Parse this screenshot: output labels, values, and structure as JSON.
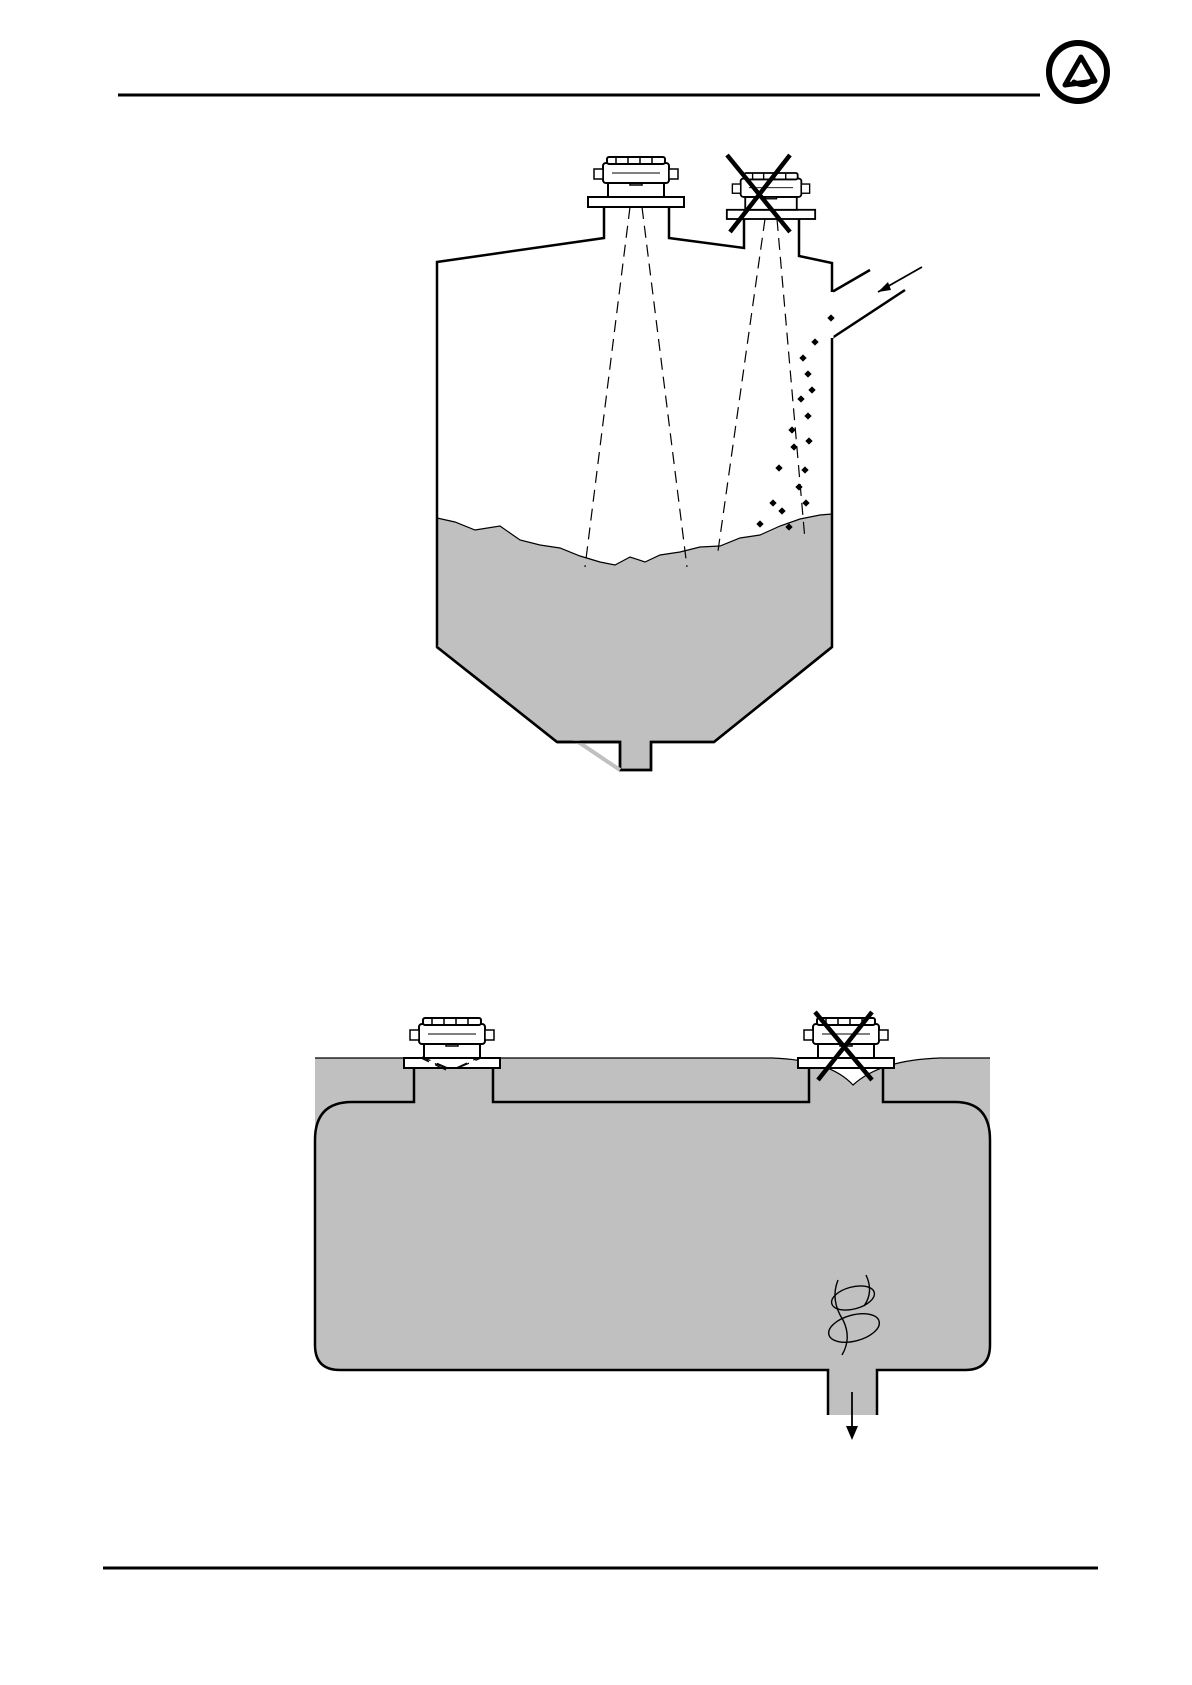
{
  "colors": {
    "line": "#000000",
    "fill": "#c0c0c0",
    "background": "#ffffff"
  },
  "header": {
    "logo_icon": "company-logo-icon"
  },
  "diagrams": [
    {
      "name": "silo-diagram",
      "sensors": [
        {
          "name": "correct-mount",
          "crossed": false
        },
        {
          "name": "incorrect-mount-near-inlet",
          "crossed": true
        }
      ],
      "features": [
        "fill-inlet-arrow",
        "falling-material-particles",
        "cone-outlet"
      ]
    },
    {
      "name": "horizontal-tank-diagram",
      "sensors": [
        {
          "name": "correct-mount",
          "crossed": false
        },
        {
          "name": "incorrect-mount-above-outlet",
          "crossed": true
        }
      ],
      "features": [
        "vortex-swirl",
        "drain-outlet-arrow"
      ]
    }
  ]
}
